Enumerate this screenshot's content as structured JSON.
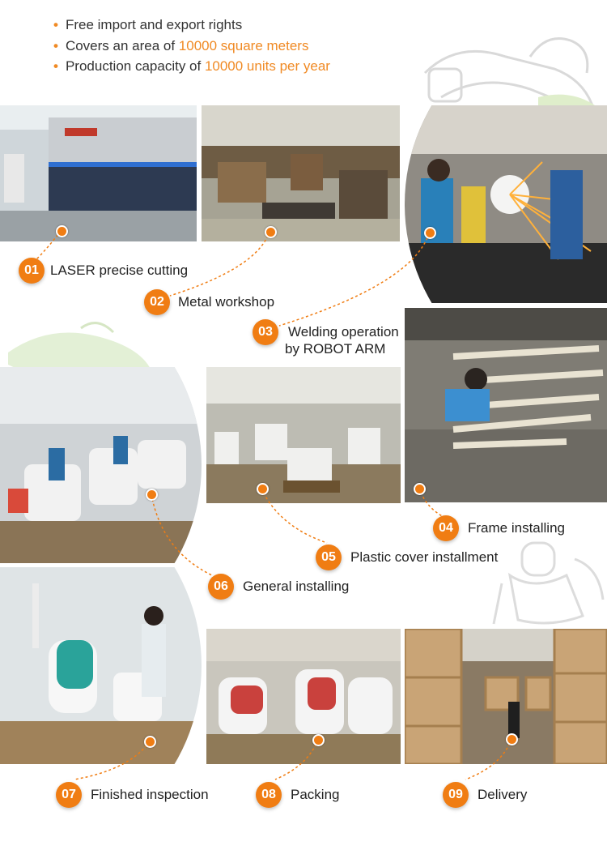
{
  "intro": {
    "line1": "Free import and export rights",
    "line2_prefix": "Covers an area of ",
    "line2_highlight": "10000 square meters",
    "line3_prefix": "Production capacity of ",
    "line3_highlight": "10000 units per year"
  },
  "steps": [
    {
      "num": "01",
      "label": "LASER precise cutting"
    },
    {
      "num": "02",
      "label": "Metal workshop"
    },
    {
      "num": "03",
      "label": "Welding operation",
      "label2": "by ROBOT ARM"
    },
    {
      "num": "04",
      "label": "Frame installing"
    },
    {
      "num": "05",
      "label": "Plastic cover installment"
    },
    {
      "num": "06",
      "label": "General installing"
    },
    {
      "num": "07",
      "label": "Finished inspection"
    },
    {
      "num": "08",
      "label": "Packing"
    },
    {
      "num": "09",
      "label": "Delivery"
    }
  ],
  "colors": {
    "accent": "#f07d13",
    "text": "#222222",
    "highlight": "#f08a24"
  }
}
